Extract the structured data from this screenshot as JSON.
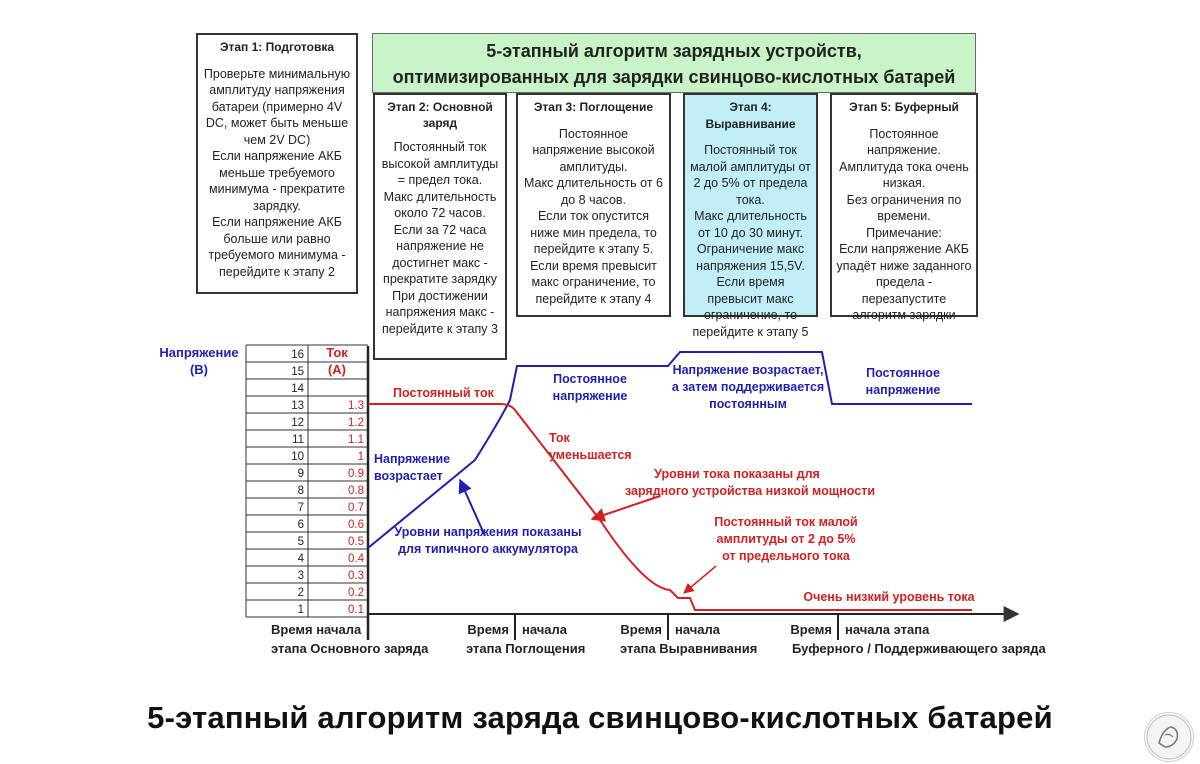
{
  "banner": {
    "line1": "5-этапный алгоритм зарядных устройств,",
    "line2": "оптимизированных для зарядки свинцово-кислотных батарей"
  },
  "stages": [
    {
      "title": "Этап 1: Подготовка",
      "body": "Проверьте минимальную амплитуду напряжения батареи (примерно 4V DC, может быть меньше чем 2V DC)\nЕсли напряжение АКБ меньше требуемого минимума - прекратите зарядку.\nЕсли напряжение АКБ больше или равно требуемого минимума - перейдите к этапу 2"
    },
    {
      "title": "Этап 2: Основной заряд",
      "body": "Постоянный ток высокой амплитуды = предел тока.\nМакс длительность около 72 часов.\nЕсли за 72 часа напряжение не достигнет макс - прекратите зарядку\nПри достижении напряжения макс - перейдите к этапу 3"
    },
    {
      "title": "Этап 3: Поглощение",
      "body": "Постоянное напряжение высокой амплитуды.\nМакс длительность от 6 до 8 часов.\nЕсли ток опустится ниже мин предела, то перейдите к этапу 5.\nЕсли время превысит макс ограничение, то перейдите к этапу 4"
    },
    {
      "title": "Этап 4: Выравнивание",
      "body": "Постоянный ток малой амплитуды от 2 до 5% от предела тока.\nМакс длительность от 10 до 30 минут.\nОграничение макс напряжения 15,5V.\nЕсли время превысит макс ограничение, то перейдите к этапу 5"
    },
    {
      "title": "Этап 5: Буферный",
      "body": "Постоянное напряжение.\nАмплитуда тока очень низкая.\nБез ограничения по времени.\nПримечание:\nЕсли напряжение АКБ упадёт ниже заданного предела - перезапустите алгоритм зарядки"
    }
  ],
  "axis": {
    "voltage_label_1": "Напряжение",
    "voltage_label_2": "(В)",
    "current_label_1": "Ток",
    "current_label_2": "(А)",
    "voltage_ticks": [
      "16",
      "15",
      "14",
      "13",
      "12",
      "11",
      "10",
      "9",
      "8",
      "7",
      "6",
      "5",
      "4",
      "3",
      "2",
      "1"
    ],
    "current_ticks": [
      "",
      "",
      "",
      "1.3",
      "1.2",
      "1.1",
      "1",
      "0.9",
      "0.8",
      "0.7",
      "0.6",
      "0.5",
      "0.4",
      "0.3",
      "0.2",
      "0.1"
    ]
  },
  "annotations": {
    "const_current": "Постоянный ток",
    "voltage_rises_1": "Напряжение",
    "voltage_rises_2": "возрастает",
    "const_voltage_1": "Постоянное",
    "const_voltage_2": "напряжение",
    "current_falls_1": "Ток",
    "current_falls_2": "уменьшается",
    "volt_rises_held_1": "Напряжение возрастает,",
    "volt_rises_held_2": "а затем поддерживается",
    "volt_rises_held_3": "постоянным",
    "float_voltage_1": "Постоянное",
    "float_voltage_2": "напряжение",
    "low_power_1": "Уровни тока показаны для",
    "low_power_2": "зарядного устройства низкой мощности",
    "typical_batt_1": "Уровни напряжения показаны",
    "typical_batt_2": "для типичного аккумулятора",
    "low_const_1": "Постоянный ток малой",
    "low_const_2": "амплитуды от 2 до 5%",
    "low_const_3": "от предельного тока",
    "very_low": "Очень низкий уровень тока"
  },
  "time_labels": {
    "bulk_1": "Время начала",
    "bulk_2": "этапа Основного заряда",
    "abs_1a": "Время",
    "abs_1b": "начала",
    "abs_2": "этапа Поглощения",
    "eq_1a": "Время",
    "eq_1b": "начала",
    "eq_2": "этапа Выравнивания",
    "float_1a": "Время",
    "float_1b": "начала этапа",
    "float_2": "Буферного / Поддерживающего заряда"
  },
  "bottom_title": "5-этапный алгоритм заряда свинцово-кислотных батарей",
  "colors": {
    "voltage": "#1f1fb4",
    "current": "#d42020",
    "banner": "#c8f2c8",
    "stage4": "#bfeef6"
  }
}
